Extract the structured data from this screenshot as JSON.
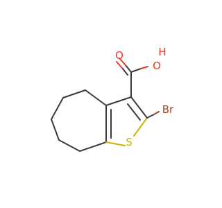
{
  "molecule": {
    "atoms": {
      "O_carbonyl": {
        "label": "O",
        "color": "#e8392b"
      },
      "O_hydroxyl": {
        "label": "O",
        "color": "#e8392b"
      },
      "H_hydroxyl": {
        "label": "H",
        "color": "#e8392b"
      },
      "S": {
        "label": "S",
        "color": "#c9b400"
      },
      "Br": {
        "label": "Br",
        "color": "#a84327"
      }
    },
    "bond_color": "#3a3a3a"
  }
}
